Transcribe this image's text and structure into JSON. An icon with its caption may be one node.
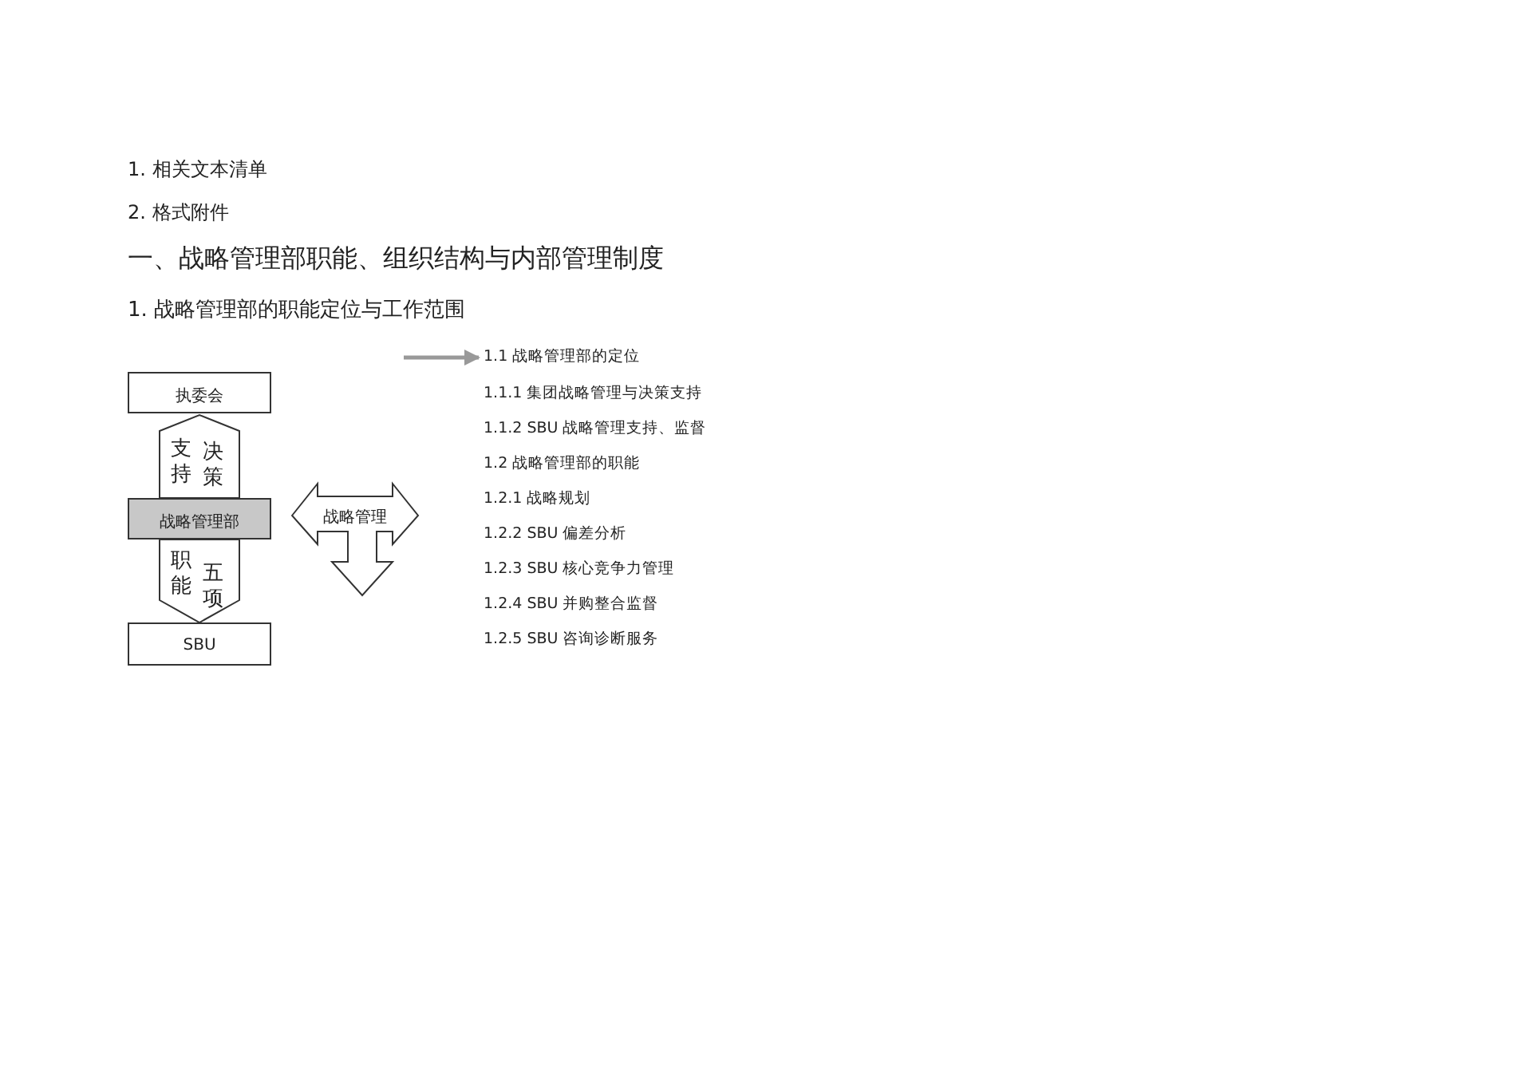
{
  "diagram": {
    "nodes": [
      {
        "text": [
          "执委会"
        ]
      },
      {
        "text": [
          "支持",
          "决策"
        ]
      },
      {
        "text": [
          "战略管理部"
        ]
      },
      {
        "text": [
          "职能",
          "五项"
        ]
      },
      {
        "text": [
          "SBU"
        ]
      },
      {
        "text": [
          "战略管理"
        ]
      },
      {
        "text": [
          "1.1 战略管理部的定位"
        ]
      }
    ],
    "edges": [
      {
        "from": null,
        "to": 6,
        "arrow": "to",
        "color": "#999999"
      }
    ],
    "labels": [
      "1. 相关文本清单",
      "2. 格式附件",
      "一、战略管理部职能、组织结构与内部管理制度",
      "1. 战略管理部的职能定位与工作范围",
      "1.1.1 集团战略管理与决策支持",
      "1.1.2 SBU 战略管理支持、监督",
      "1.2 战略管理部的职能",
      "1.2.1 战略规划",
      "1.2.2 SBU 偏差分析",
      "1.2.3 SBU 核心竞争力管理",
      "1.2.4 SBU 并购整合监督",
      "1.2.5 SBU 咨询诊断服务"
    ]
  }
}
